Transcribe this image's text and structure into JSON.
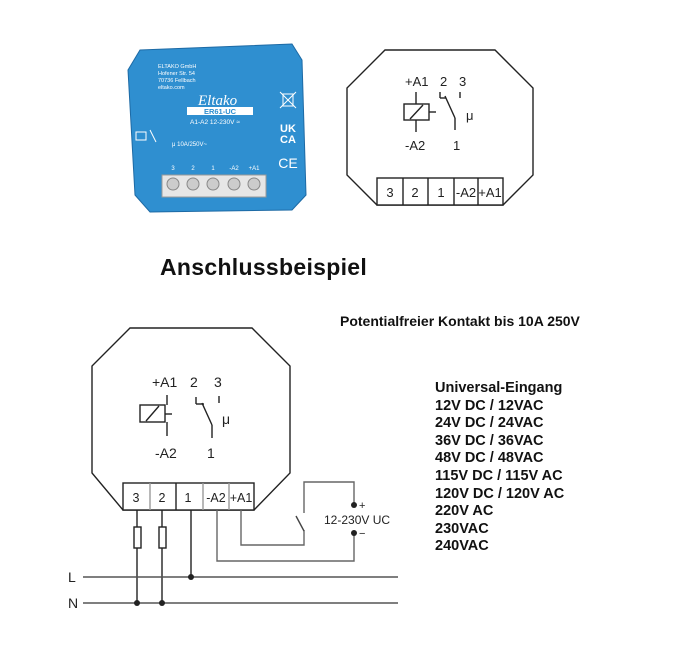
{
  "product": {
    "maker_address": [
      "ELTAKO GmbH",
      "Hofener Str. 54",
      "70736 Fellbach",
      "eltako.com"
    ],
    "brand": "Eltako",
    "model": "ER61-UC",
    "voltage": "A1-A2 12-230V ≈",
    "rating": "μ 10A/250V~",
    "marks": [
      "UK",
      "CA",
      "CE"
    ],
    "terminals": [
      "3",
      "2",
      "1",
      "-A2",
      "+A1"
    ],
    "color": "#2f8fd0"
  },
  "schematic": {
    "labels": {
      "a1": "+A1",
      "a2": "-A2",
      "c2": "2",
      "c3": "3",
      "c1": "1",
      "mu": "μ"
    },
    "terminals": [
      "3",
      "2",
      "1",
      "-A2",
      "+A1"
    ]
  },
  "title": "Anschlussbeispiel",
  "contact_text": "Potentialfreier Kontakt bis 10A 250V",
  "wiring": {
    "supply_label": "12-230V UC",
    "plus": "+",
    "minus": "−",
    "line_l": "L",
    "line_n": "N"
  },
  "specs": {
    "heading": "Universal-Eingang",
    "items": [
      "12V DC / 12VAC",
      "24V DC / 24VAC",
      "36V DC / 36VAC",
      "48V DC / 48VAC",
      "115V DC / 115V AC",
      "120V DC / 120V AC",
      "220V AC",
      "230VAC",
      "240VAC"
    ]
  }
}
